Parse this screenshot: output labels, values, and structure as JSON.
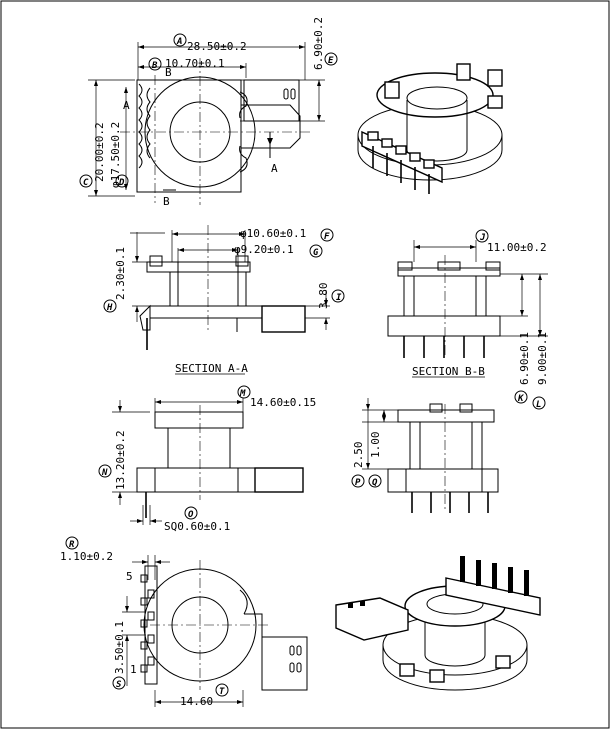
{
  "dimensions": {
    "A": "28.50±0.2",
    "B": "10.70±0.1",
    "E": "6.90±0.2",
    "C": "20.00±0.2",
    "D": "φ17.50±0.2",
    "F": "φ10.60±0.1",
    "G": "φ9.20±0.1",
    "H": "2.30±0.1",
    "I": "3.80",
    "J": "11.00±0.2",
    "K": "6.90±0.1",
    "L": "9.00±0.1",
    "M": "14.60±0.15",
    "N": "13.20±0.2",
    "O": "SQ0.60±0.1",
    "P": "2.50",
    "Q": "1.00",
    "R": "1.10±0.2",
    "S": "3.50±0.1",
    "T": "14.60"
  },
  "balloons": [
    "A",
    "B",
    "C",
    "D",
    "E",
    "F",
    "G",
    "H",
    "I",
    "J",
    "K",
    "L",
    "M",
    "N",
    "O",
    "P",
    "Q",
    "R",
    "S",
    "T"
  ],
  "section_marks": {
    "a": "A",
    "b": "B"
  },
  "captions": {
    "section_aa": "SECTION A-A",
    "section_bb": "SECTION B-B"
  },
  "pin_labels": {
    "top": "5",
    "bottom": "1"
  }
}
